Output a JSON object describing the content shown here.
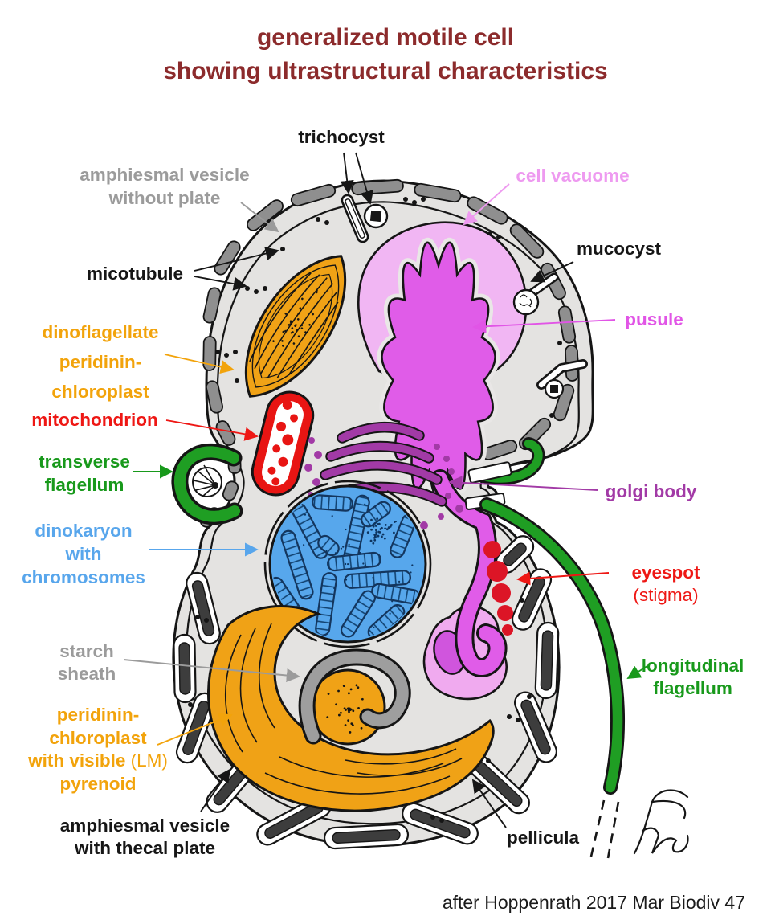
{
  "title": {
    "line1": "generalized motile cell",
    "line2": "showing ultrastructural characteristics"
  },
  "attribution": "after Hoppenrath 2017 Mar Biodiv 47",
  "labels": {
    "trichocyst": "trichocyst",
    "amphiesmal_without": "amphiesmal vesicle\nwithout plate",
    "micotubule": "micotubule",
    "cell_vacuome": "cell vacuome",
    "mucocyst": "mucocyst",
    "pusule": "pusule",
    "dino_chloroplast": "dinoflagellate\nperidinin-\nchloroplast",
    "mitochondrion": "mitochondrion",
    "transverse_flagellum": "transverse\nflagellum",
    "golgi": "golgi body",
    "dinokaryon": "dinokaryon\nwith\nchromosomes",
    "eyespot_main": "eyespot",
    "eyespot_sub": "(stigma)",
    "starch_sheath": "starch\nsheath",
    "longitudinal_flagellum": "longitudinal\nflagellum",
    "pyrenoid_l1": "peridinin-",
    "pyrenoid_l2": "chloroplast",
    "pyrenoid_l3a": "with visible ",
    "pyrenoid_l3b": "(LM)",
    "pyrenoid_l4": "pyrenoid",
    "amphiesmal_thecal": "amphiesmal vesicle\nwith thecal plate",
    "pellicula": "pellicula"
  },
  "colors": {
    "title": "#8c2b2c",
    "ink": "#161616",
    "gray_label": "#9b9b9b",
    "lilac": "#ee9af0",
    "magenta": "#e155e6",
    "orange": "#f2a30b",
    "red": "#ee1714",
    "green": "#18991b",
    "blue": "#58a6ec",
    "purple": "#a23aa6",
    "eyespot": "#dc1526",
    "cytoplasm": "#e4e3e1",
    "vesicle_gray": "#8f8f8f",
    "thecal_plate": "#3d3d3d",
    "vacuome": "#f1b6f3",
    "pusule_fill": "#e05ce8",
    "chamber": "#f0aaef",
    "chamber_inner": "#d055dd",
    "chloroplast": "#f0a216",
    "mitochondrion_fill": "#e81513",
    "nucleus": "#57a7ec",
    "flagellum_green": "#1f9e23",
    "starch_sheath": "#9e9e9e"
  }
}
